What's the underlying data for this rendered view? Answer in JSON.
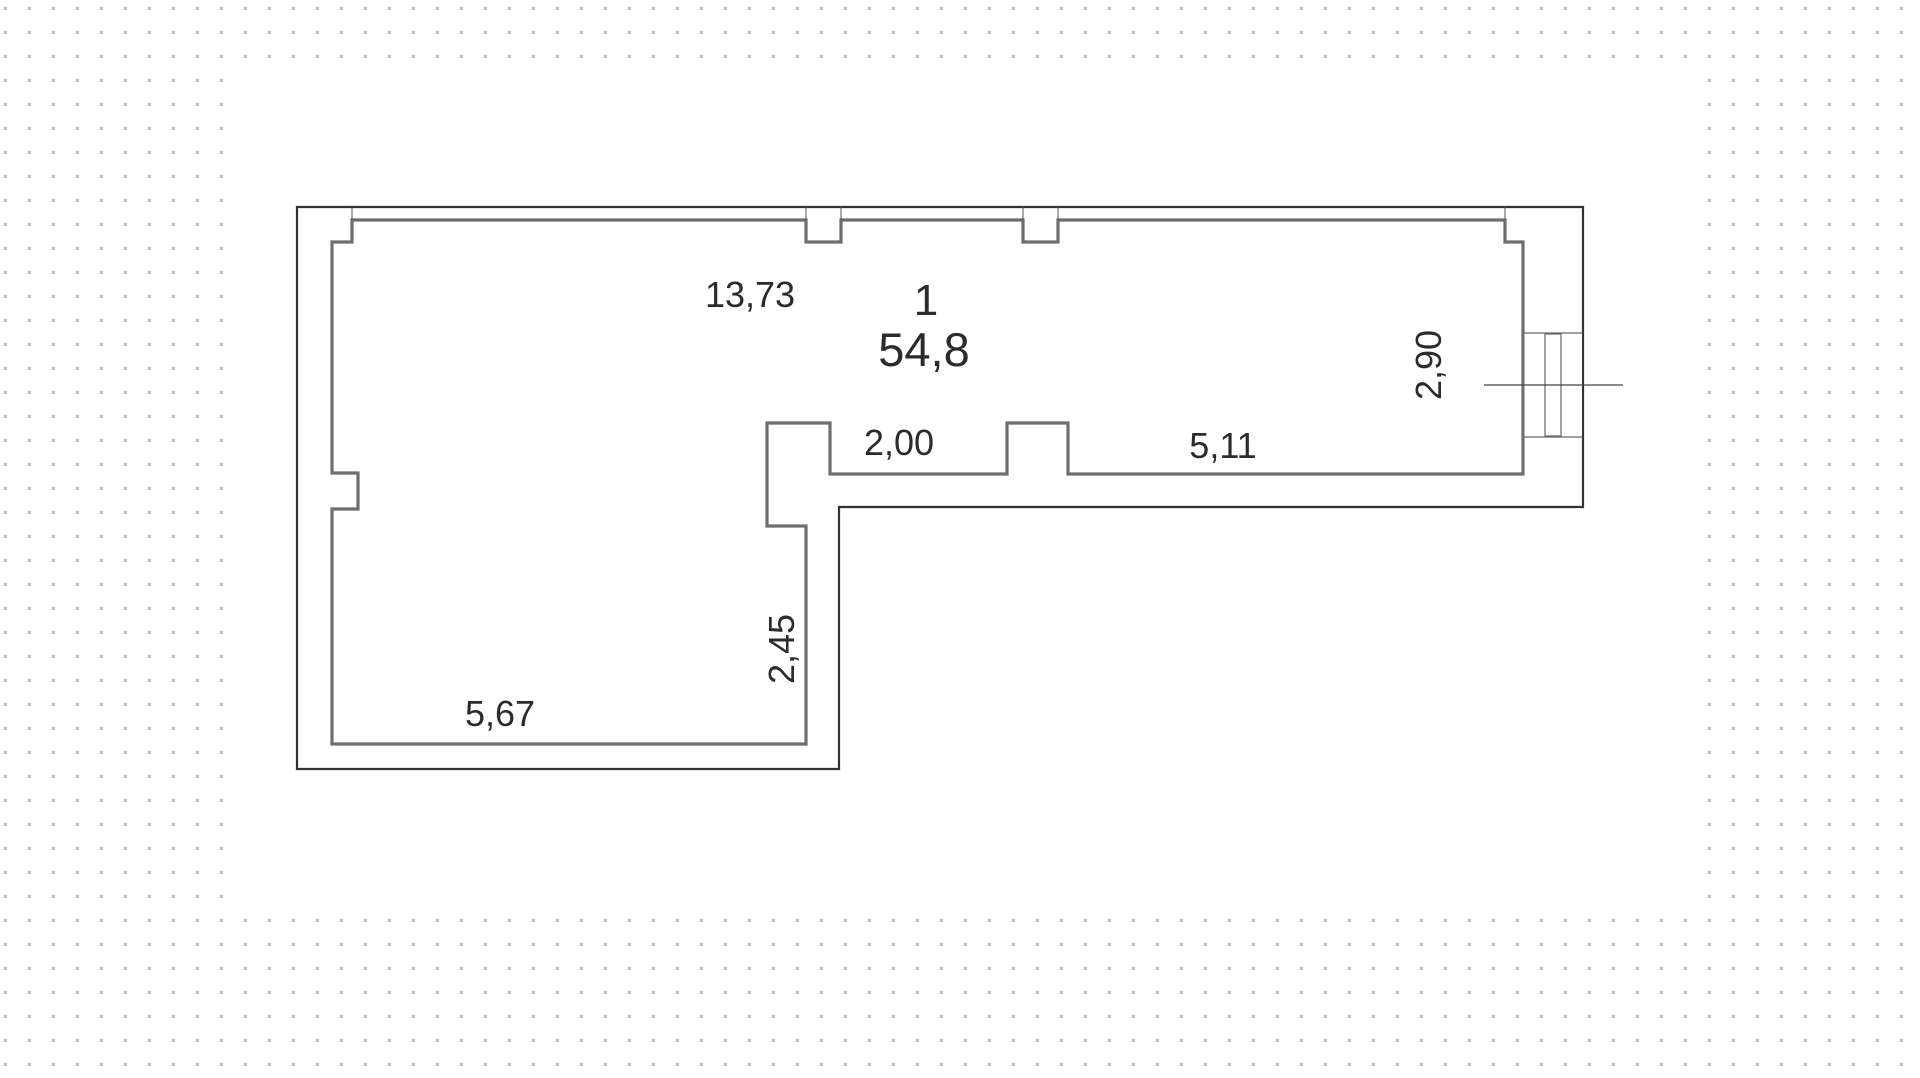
{
  "plan": {
    "room": {
      "number": "1",
      "area": "54,8"
    },
    "dimensions": {
      "top_wall": "13,73",
      "inner_ledge": "2,00",
      "inner_right_ledge": "5,11",
      "right_wall": "2,90",
      "lower_inner_wall": "2,45",
      "bottom_wall": "5,67"
    }
  },
  "colors": {
    "background": "#ffffff",
    "grid_dot": "#bdbdbd",
    "outer_wall": "#333333",
    "inner_wall": "#6e6e6e",
    "text": "#2b2b2b"
  }
}
